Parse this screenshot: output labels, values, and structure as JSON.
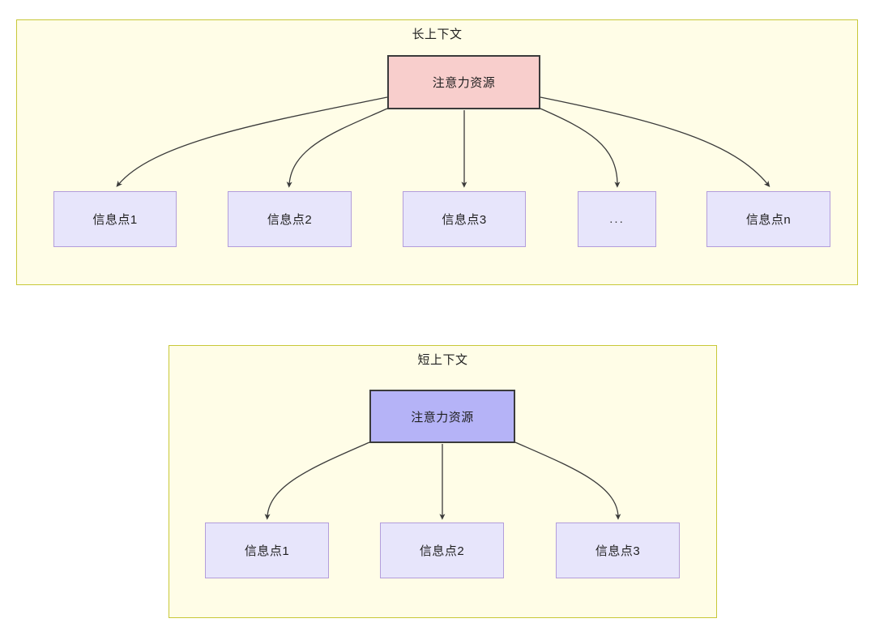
{
  "diagram": {
    "title_note": "attention-resource-allocation-long-vs-short-context",
    "colors": {
      "panel_fill": "#fffde7",
      "panel_border": "#c8c838",
      "attention_long_fill": "#f8cecc",
      "attention_short_fill": "#b5b3f7",
      "node_border_dark": "#3b3b3b",
      "info_fill": "#e7e5fb",
      "info_border": "#b39ddb",
      "edge_stroke": "#3b3b3b",
      "text": "#1f1f1f"
    }
  },
  "long_context": {
    "panel_label": "长上下文",
    "attention": {
      "label": "注意力资源"
    },
    "info_nodes": [
      {
        "label": "信息点1"
      },
      {
        "label": "信息点2"
      },
      {
        "label": "信息点3"
      },
      {
        "label": "..."
      },
      {
        "label": "信息点n"
      }
    ]
  },
  "short_context": {
    "panel_label": "短上下文",
    "attention": {
      "label": "注意力资源"
    },
    "info_nodes": [
      {
        "label": "信息点1"
      },
      {
        "label": "信息点2"
      },
      {
        "label": "信息点3"
      }
    ]
  }
}
